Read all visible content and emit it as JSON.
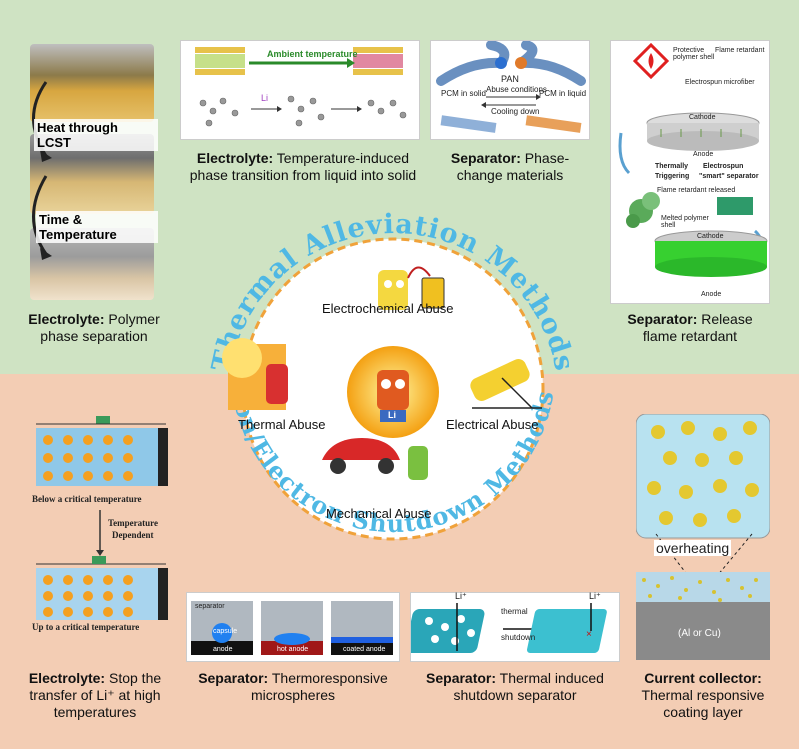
{
  "colors": {
    "top": "#cfe3c3",
    "bottom": "#f3cdb4",
    "ring_text": "#4fb8e4",
    "ring_dash": "#f0a23a"
  },
  "ring": {
    "top_text": "Thermal Alleviation Methods",
    "bottom_text": "Ion/Electron Shutdown Methods"
  },
  "abuse": {
    "electrochemical": "Electrochemical Abuse",
    "thermal": "Thermal Abuse",
    "electrical": "Electrical Abuse",
    "mechanical": "Mechanical Abuse",
    "center_label": "Li"
  },
  "panels": {
    "polymer": {
      "step1": "Heat through LCST",
      "step2": "Time & Temperature",
      "cap_bold": "Electrolyte:",
      "cap_rest": " Polymer phase separation"
    },
    "phase": {
      "ambient": "Ambient temperature",
      "li": "Li",
      "cap_bold": "Electrolyte:",
      "cap_rest": " Temperature-induced phase transition from liquid into solid"
    },
    "pcm": {
      "pan": "PAN",
      "pcm_solid": "PCM in solid",
      "pcm_liquid": "PCM in liquid",
      "abuse": "Abuse conditions",
      "cooling": "Cooling down",
      "cap_bold": "Separator:",
      "cap_rest": " Phase-change materials"
    },
    "flame": {
      "shell": "Protective polymer shell",
      "retardant": "Flame retardant",
      "fiber": "Electrospun microfiber",
      "cathode": "Cathode",
      "anode": "Anode",
      "thermally": "Thermally",
      "triggering": "Triggering",
      "electrospun": "Electrospun",
      "smart": "\"smart\" separator",
      "released": "Flame retardant released",
      "melted": "Melted polymer shell",
      "cathode2": "Cathode",
      "anode2": "Anode",
      "cap_bold": "Separator:",
      "cap_rest": " Release flame retardant"
    },
    "stop": {
      "below": "Below a critical temperature",
      "dependent1": "Temperature",
      "dependent2": "Dependent",
      "upto": "Up to a critical temperature",
      "cap_bold": "Electrolyte:",
      "cap_rest": " Stop the transfer of Li⁺ at high temperatures"
    },
    "micro": {
      "separator": "separator",
      "capsule": "capsule",
      "anode": "anode",
      "hot_anode": "hot anode",
      "coated_anode": "coated anode",
      "cap_bold": "Separator:",
      "cap_rest": " Thermoresponsive microspheres"
    },
    "shutdown": {
      "li1": "Li⁺",
      "li2": "Li⁺",
      "thermal": "thermal",
      "shutdown": "shutdown",
      "cap_bold": "Separator:",
      "cap_rest": " Thermal induced shutdown separator"
    },
    "collector": {
      "overheating": "overheating",
      "metal": "(Al or Cu)",
      "cap_bold": "Current collector:",
      "cap_rest": "Thermal responsive coating layer"
    }
  }
}
